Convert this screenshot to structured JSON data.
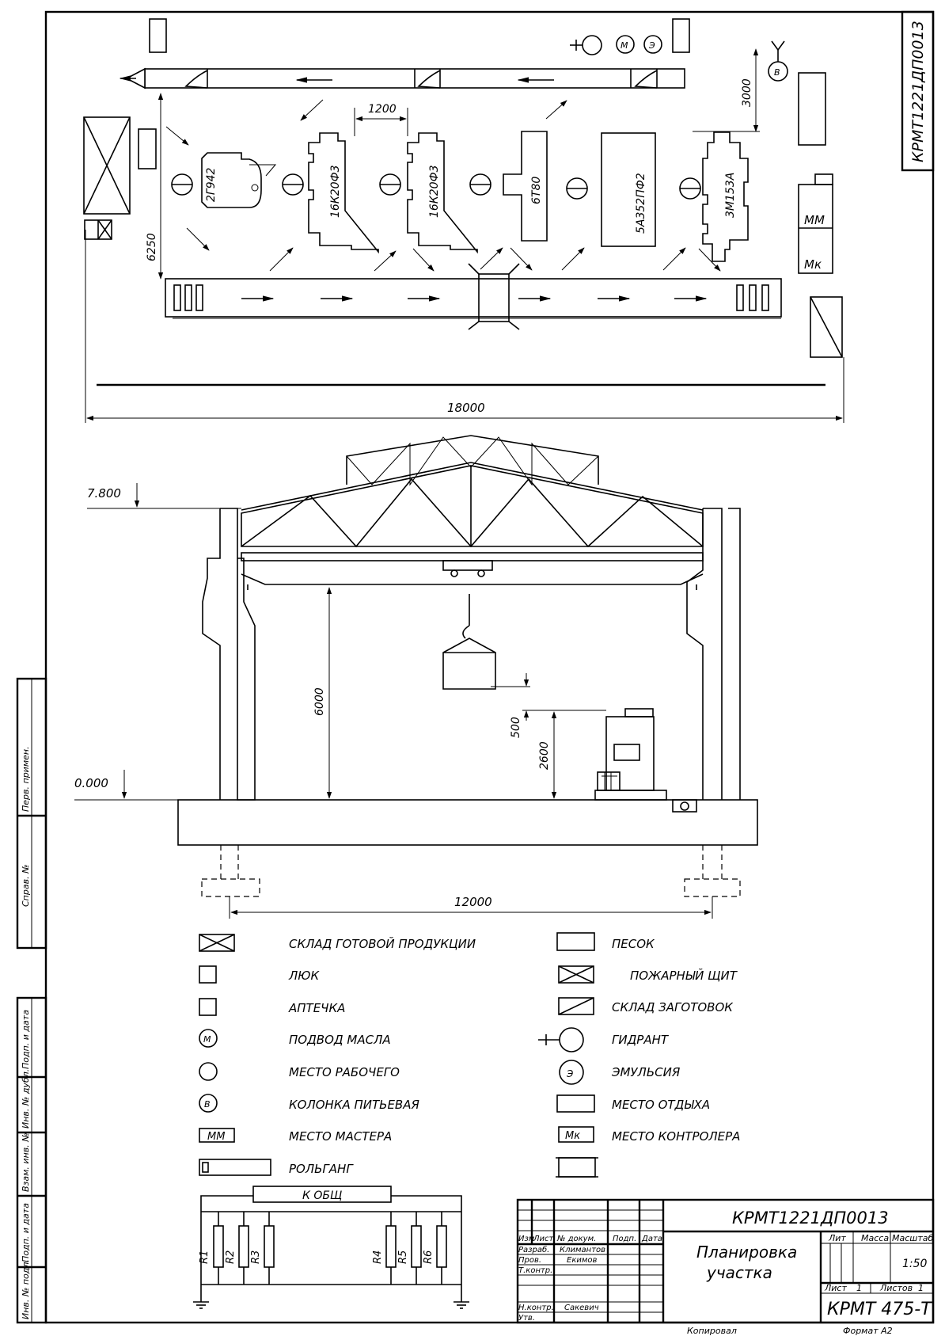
{
  "drawing": {
    "code": "КРМТ1221ДП0013",
    "code_stamp": "КРМТ1221ДП0013",
    "title_line1": "Планировка",
    "title_line2": "участка",
    "group": "КРМТ 475-Т",
    "copied": "Копировал",
    "format": "Формат   А2"
  },
  "title_block": {
    "headers": [
      "Изм",
      "Лист",
      "№ докум.",
      "Подп.",
      "Дата"
    ],
    "roles": [
      "Разраб.",
      "Пров.",
      "Т.контр.",
      "",
      "Н.контр.",
      "Утв."
    ],
    "names": [
      "Климантов",
      "Екимов",
      "",
      "",
      "Сакевич",
      ""
    ],
    "lit_label": "Лит",
    "mass_label": "Масса",
    "scale_label": "Масштаб",
    "scale_value": "1:50",
    "sheet_label": "Лист",
    "sheet_value": "1",
    "sheets_label": "Листов",
    "sheets_value": "1"
  },
  "side_stamps": [
    "Перв. примен.",
    "Справ. №",
    "Подп. и дата",
    "Инв. № дубл.",
    "Взам. инв. №",
    "Подп. и дата",
    "Инв. № подл."
  ],
  "plan": {
    "machines": [
      "2Г942",
      "16К20Ф3",
      "16К20Ф3",
      "6Т80",
      "5А352ПФ2",
      "3М153А"
    ],
    "dims": {
      "overall": "18000",
      "spacing": "1200",
      "width": "6250",
      "aisle": "3000"
    },
    "master_label": "ММ",
    "controller_label": "Мк"
  },
  "section": {
    "levels": [
      "7.800",
      "0.000"
    ],
    "dims": {
      "hook": "6000",
      "gap": "500",
      "machine": "2600",
      "span": "12000"
    }
  },
  "legend_left": [
    {
      "icon": "crossed-box-icon",
      "text": "СКЛАД ГОТОВОЙ ПРОДУКЦИИ"
    },
    {
      "icon": "square-icon",
      "text": "ЛЮК"
    },
    {
      "icon": "square-icon",
      "text": "АПТЕЧКА"
    },
    {
      "icon": "circle-m-icon",
      "text": "ПОДВОД МАСЛА",
      "glyph": "М"
    },
    {
      "icon": "circle-icon",
      "text": "МЕСТО РАБОЧЕГО"
    },
    {
      "icon": "circle-b-icon",
      "text": "КОЛОНКА ПИТЬЕВАЯ",
      "glyph": "В"
    },
    {
      "icon": "master-box-icon",
      "text": "МЕСТО МАСТЕРА",
      "glyph": "ММ"
    },
    {
      "icon": "conveyor-icon",
      "text": "РОЛЬГАНГ"
    }
  ],
  "legend_right": [
    {
      "icon": "box-icon",
      "text": "ПЕСОК"
    },
    {
      "icon": "crossed-box-icon",
      "text": "ПОЖАРНЫЙ ЩИТ"
    },
    {
      "icon": "diagonal-box-icon",
      "text": "СКЛАД ЗАГОТОВОК"
    },
    {
      "icon": "hydrant-icon",
      "text": "ГИДРАНТ"
    },
    {
      "icon": "circle-e-icon",
      "text": "ЭМУЛЬСИЯ",
      "glyph": "Э"
    },
    {
      "icon": "box-icon",
      "text": "МЕСТО ОТДЫХА"
    },
    {
      "icon": "controller-box-icon",
      "text": "МЕСТО КОНТРОЛЕРА",
      "glyph": "Мк"
    },
    {
      "icon": "bracket-box-icon",
      "text": ""
    }
  ],
  "ground": {
    "bus_label": "К ОБЩ",
    "resistors": [
      "R1",
      "R2",
      "R3",
      "R4",
      "R5",
      "R6"
    ]
  }
}
